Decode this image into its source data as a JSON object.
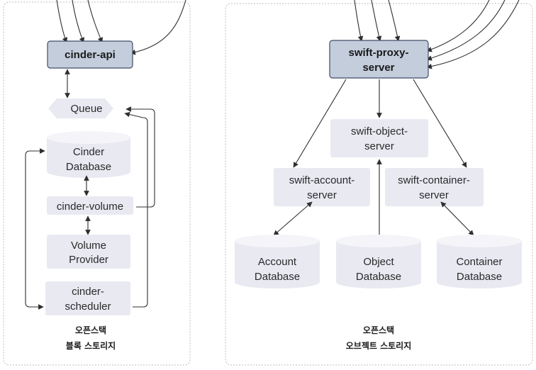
{
  "cinder": {
    "api": "cinder-api",
    "queue": "Queue",
    "database": [
      "Cinder",
      "Database"
    ],
    "volume": "cinder-volume",
    "provider": [
      "Volume",
      "Provider"
    ],
    "scheduler": [
      "cinder-",
      "scheduler"
    ],
    "caption": [
      "오픈스택",
      "블록 스토리지"
    ]
  },
  "swift": {
    "proxy": [
      "swift-proxy-",
      "server"
    ],
    "object_server": [
      "swift-object-",
      "server"
    ],
    "account_server": [
      "swift-account-",
      "server"
    ],
    "container_server": [
      "swift-container-",
      "server"
    ],
    "account_db": [
      "Account",
      "Database"
    ],
    "object_db": [
      "Object",
      "Database"
    ],
    "container_db": [
      "Container",
      "Database"
    ],
    "caption": [
      "오픈스택",
      "오브젝트 스토리지"
    ]
  }
}
